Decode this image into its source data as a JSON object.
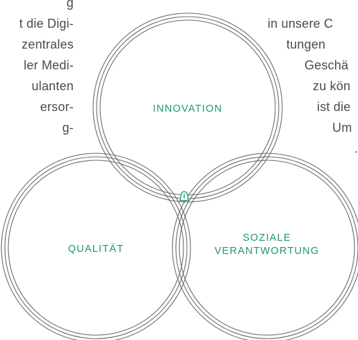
{
  "left_text_lines": [
    "g",
    "t die Digi-",
    "zentrales",
    "ler Medi-",
    "ulanten",
    "ersor-",
    "g-",
    "",
    "",
    "",
    "",
    "",
    "",
    "",
    "-"
  ],
  "right_text_lines": [
    "",
    "in unsere C",
    "tungen",
    "Geschä",
    "zu kön",
    "ist die",
    "Um",
    "."
  ],
  "diagram": {
    "circles": [
      {
        "id": "innovation",
        "label_lines": [
          "INNOVATION"
        ]
      },
      {
        "id": "qualitaet",
        "label_lines": [
          "QUALITÄT"
        ]
      },
      {
        "id": "soziale",
        "label_lines": [
          "SOZIALE",
          "VERANTWORTUNG"
        ]
      }
    ],
    "center_icon": "bell-logo-icon"
  },
  "colors": {
    "ring": "#6b6b6b",
    "label": "#1a9a6a",
    "text": "#4a4a4a",
    "icon": "#1a9a6a"
  }
}
